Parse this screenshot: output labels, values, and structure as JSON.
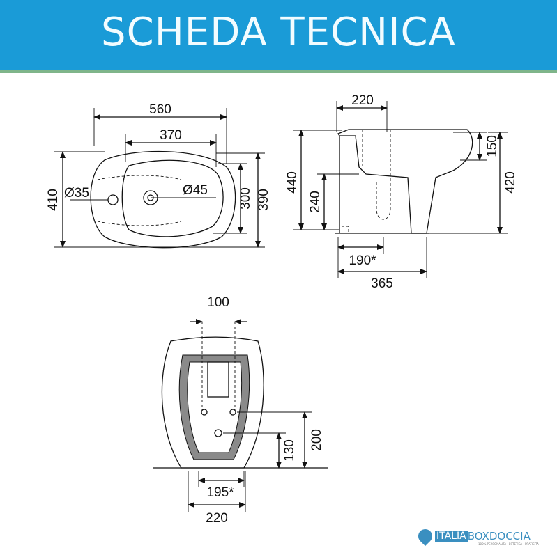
{
  "header": {
    "title": "SCHEDA TECNICA",
    "color": "#1a9bd7"
  },
  "top_view": {
    "d560": "560",
    "d370": "370",
    "d410": "410",
    "d35": "Ø35",
    "d45": "Ø45",
    "d300": "300",
    "d390": "390"
  },
  "side_view": {
    "d220": "220",
    "d440": "440",
    "d240": "240",
    "d150": "150",
    "d420": "420",
    "d190": "190*",
    "d365": "365"
  },
  "front_view": {
    "d100": "100",
    "d130": "130",
    "d200": "200",
    "d195": "195*",
    "d220": "220"
  },
  "logo": {
    "part1": "ITALIA",
    "part2": "BOXDOCCIA",
    "tagline": "100% PERSONALITÀ · ESTETICA · PRATICITÀ"
  }
}
